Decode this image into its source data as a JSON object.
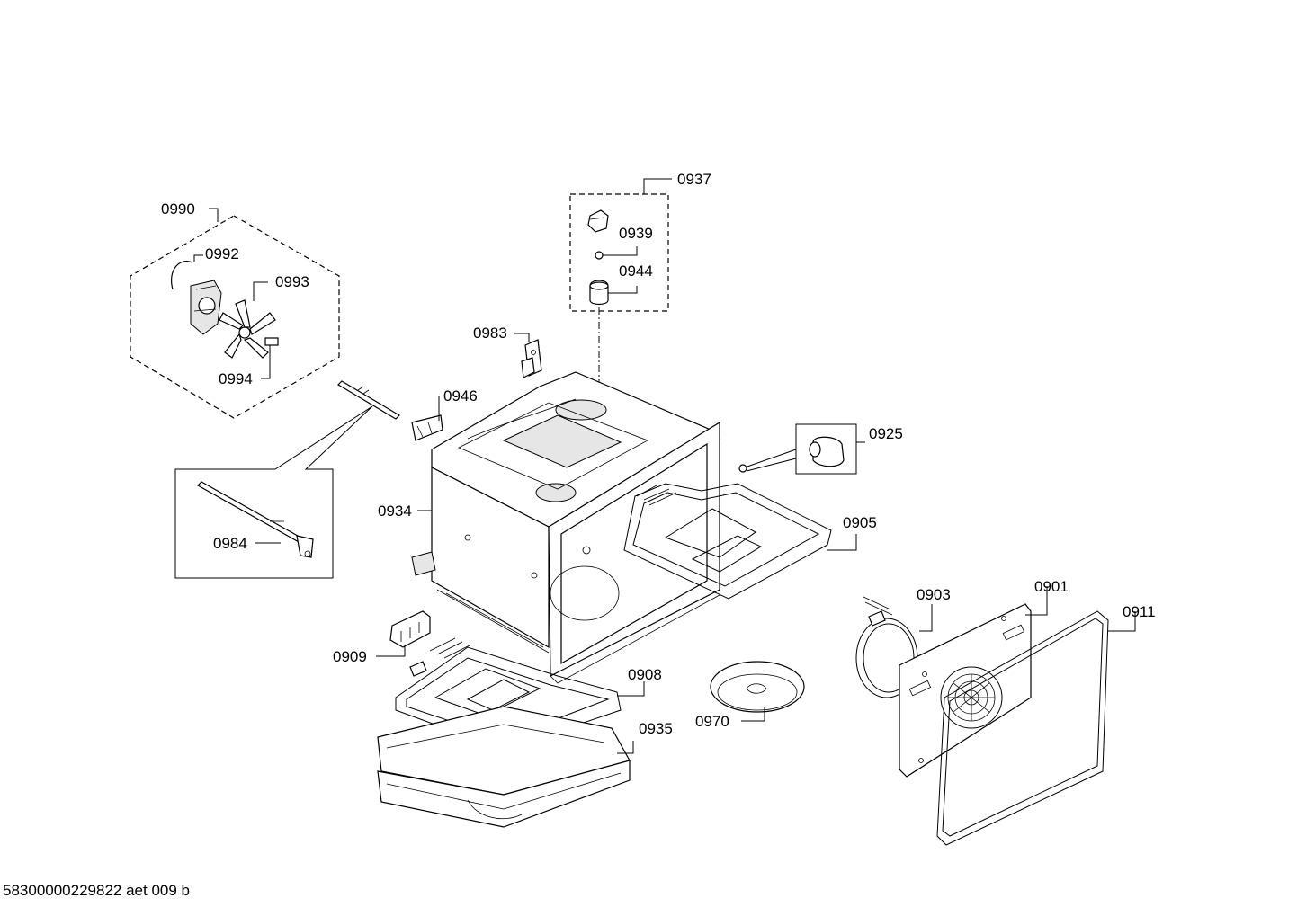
{
  "diagram": {
    "labels": {
      "p0990": "0990",
      "p0992": "0992",
      "p0993": "0993",
      "p0994": "0994",
      "p0937": "0937",
      "p0939": "0939",
      "p0944": "0944",
      "p0983": "0983",
      "p0946": "0946",
      "p0925": "0925",
      "p0934": "0934",
      "p0984": "0984",
      "p0905": "0905",
      "p0903": "0903",
      "p0901": "0901",
      "p0911": "0911",
      "p0909": "0909",
      "p0908": "0908",
      "p0970": "0970",
      "p0935": "0935"
    }
  },
  "footer": {
    "text": "58300000229822 aet 009 b"
  }
}
